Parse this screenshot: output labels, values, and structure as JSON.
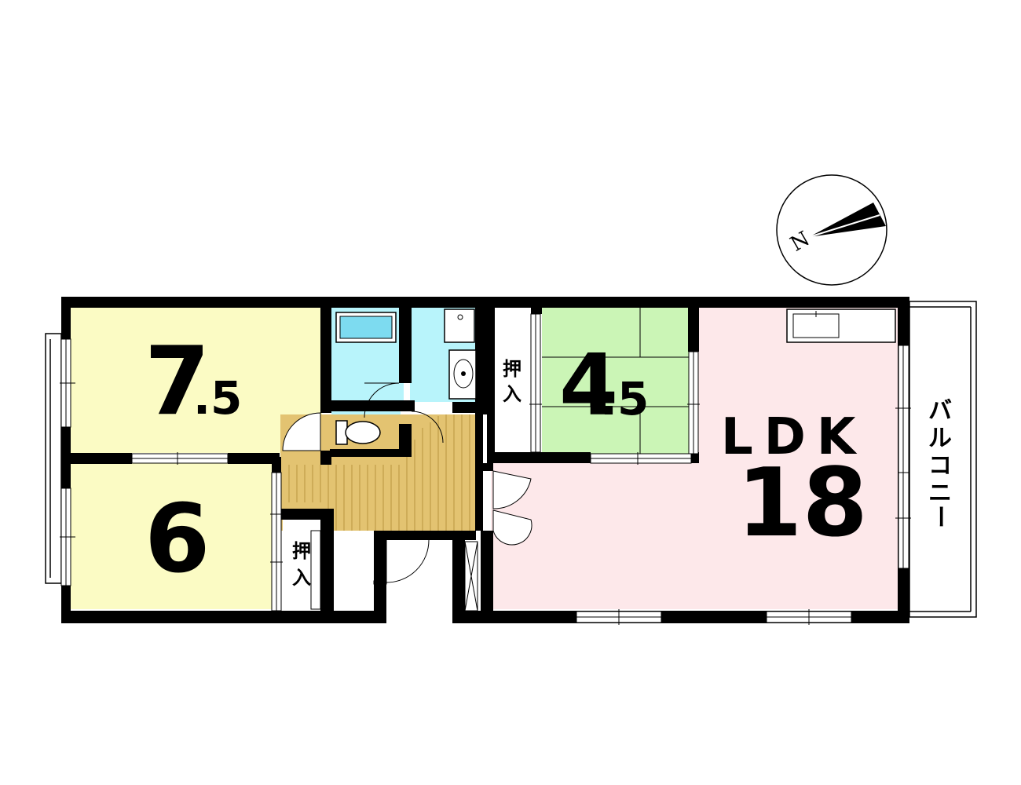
{
  "rooms": {
    "western_upper": {
      "number": "7",
      "decimal": ".5"
    },
    "western_lower": {
      "number": "6"
    },
    "washitsu": {
      "number": "4",
      "decimal": ".5"
    },
    "ldk": {
      "name": "LDK",
      "size": "18"
    }
  },
  "closets": {
    "label_top": "押",
    "label_bottom": "入"
  },
  "balcony": {
    "chars": [
      "バ",
      "ル",
      "コ",
      "ニ",
      "ー"
    ]
  },
  "compass": {
    "north": "N"
  },
  "colors": {
    "western": "#fbfbc4",
    "washitsu": "#cbf5b6",
    "ldk": "#fde8ea",
    "wet": "#b8f4fb",
    "floor_wood": "#e3c371",
    "wall": "#000000"
  }
}
